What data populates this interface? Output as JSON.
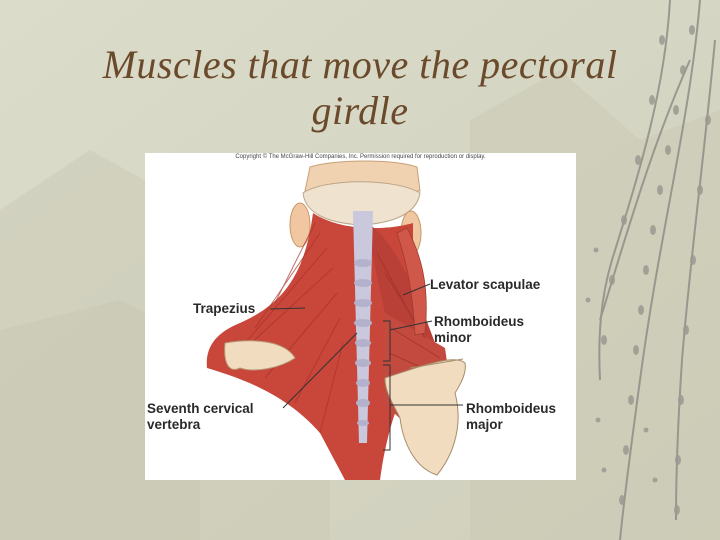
{
  "slide": {
    "title_line1": "Muscles that move the pectoral",
    "title_line2": "girdle"
  },
  "figure": {
    "copyright": "Copyright © The McGraw-Hill Companies, Inc. Permission required for reproduction or display.",
    "labels": {
      "levator_scapulae": "Levator scapulae",
      "trapezius": "Trapezius",
      "rhomboideus_minor_line1": "Rhomboideus",
      "rhomboideus_minor_line2": "minor",
      "seventh_cervical_line1": "Seventh cervical",
      "seventh_cervical_line2": "vertebra",
      "rhomboideus_major_line1": "Rhomboideus",
      "rhomboideus_major_line2": "major"
    }
  },
  "colors": {
    "background": "#d9d8c6",
    "title": "#6b4a2c",
    "muscle": "#c8463a",
    "bone": "#f1dcc0",
    "spine": "#c9c8dc"
  }
}
